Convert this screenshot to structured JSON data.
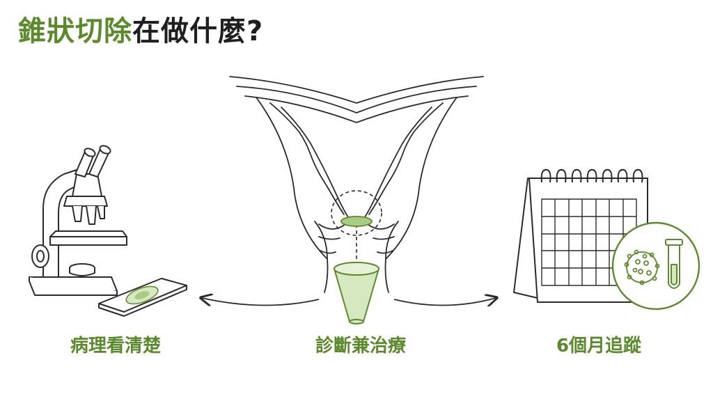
{
  "title": {
    "highlight": "錐狀切除",
    "rest": "在做什麼?"
  },
  "captions": [
    {
      "id": "pathology",
      "text": "病理看清楚"
    },
    {
      "id": "diagnosis",
      "text": "診斷兼治療"
    },
    {
      "id": "followup",
      "text": "6個月追蹤"
    }
  ],
  "colors": {
    "accent": "#5b8a2d",
    "accent_light": "#d6e8c0",
    "ink": "#1f1f1f",
    "line": "#2a2a2a"
  },
  "icons": [
    "microscope-icon",
    "slide-icon",
    "uterus-icon",
    "cone-tissue-icon",
    "calendar-icon",
    "virus-icon",
    "test-tube-icon"
  ]
}
